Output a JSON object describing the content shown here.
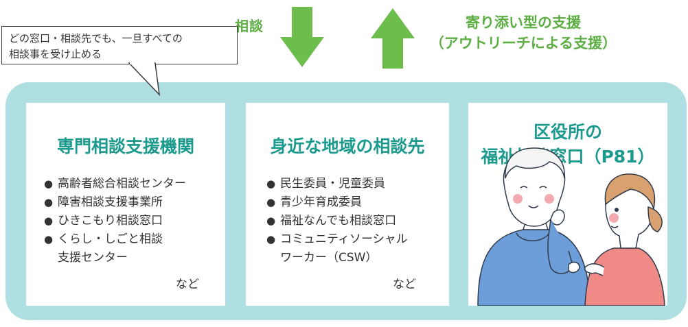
{
  "bubble": {
    "line1": "どの窓口・相談先でも、一旦すべての",
    "line2": "相談事を受け止める"
  },
  "arrows": {
    "consult_label": "相談",
    "support_label_line1": "寄り添い型の支援",
    "support_label_line2": "（アウトリーチによる支援）"
  },
  "boxes": [
    {
      "title": "専門相談支援機関",
      "items": [
        "高齢者総合相談センター",
        "障害相談支援事業所",
        "ひきこもり相談窓口",
        "くらし・しごと相談"
      ],
      "item4_cont": "支援センター",
      "suffix": "など"
    },
    {
      "title": "身近な地域の相談先",
      "items": [
        "民生委員・児童委員",
        "青少年育成委員",
        "福祉なんでも相談窓口",
        "コミュニティソーシャル"
      ],
      "item4_cont": "ワーカー（CSW）",
      "suffix": "など"
    },
    {
      "title_line1": "区役所の",
      "title_line2": "福祉相談窓口（P81）"
    }
  ],
  "colors": {
    "arrow_green": "#6cbd4c",
    "label_green": "#5cae43",
    "title_teal": "#1c9a8e",
    "panel_bg": "#afdfe1"
  }
}
